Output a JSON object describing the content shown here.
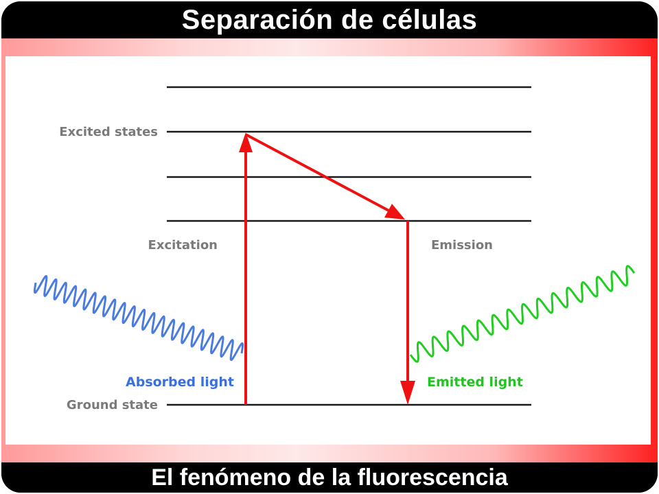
{
  "header": {
    "title": "Separación de células"
  },
  "footer": {
    "subtitle": "El fenómeno de la fluorescencia"
  },
  "diagram": {
    "labels": {
      "excited_states": "Excited states",
      "excitation": "Excitation",
      "emission": "Emission",
      "absorbed_light": "Absorbed light",
      "emitted_light": "Emitted light",
      "ground_state": "Ground state"
    },
    "colors": {
      "level_line": "#1a1a1a",
      "arrow": "#ee1111",
      "absorbed_wave": "#4b7bdc",
      "emitted_wave": "#22cc22",
      "absorbed_text": "#3a6fe0",
      "emitted_text": "#22c422",
      "state_text": "#7a7a7a"
    }
  }
}
